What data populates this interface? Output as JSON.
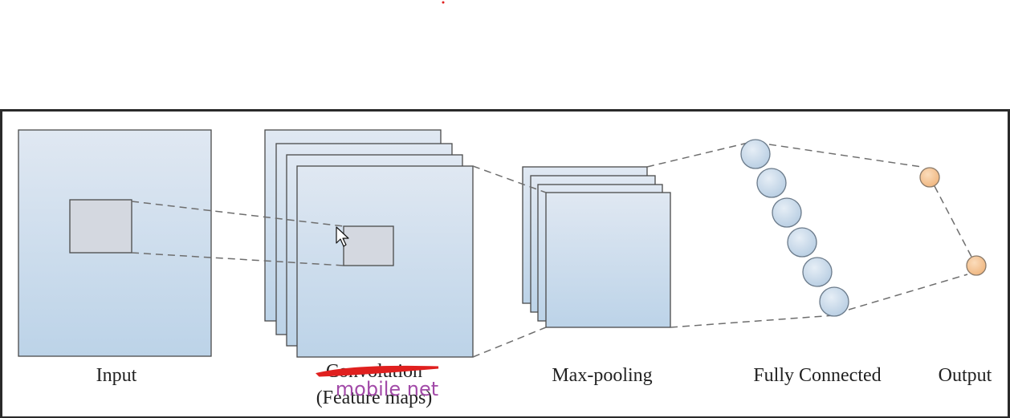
{
  "labels": {
    "input": "Input",
    "convolution": "Convolution",
    "feature_maps": "(Feature maps)",
    "max_pooling": "Max-pooling",
    "fully_connected": "Fully Connected",
    "output": "Output"
  },
  "annotation": {
    "handwritten": "mobile net",
    "strike_color": "#e0201f",
    "text_color": "#a24aa8"
  },
  "colors": {
    "map_fill_top": "#e0e8f2",
    "map_fill_bottom": "#bcd3e8",
    "map_stroke": "#4a4a4a",
    "patch_fill": "#d4d8e0",
    "fc_node_fill": "#c9dcec",
    "output_node_fill": "#f5c99c",
    "connector": "#6e6e6e",
    "frame": "#2a2a2a"
  },
  "icons": {
    "pointer": "mouse-cursor-icon"
  }
}
